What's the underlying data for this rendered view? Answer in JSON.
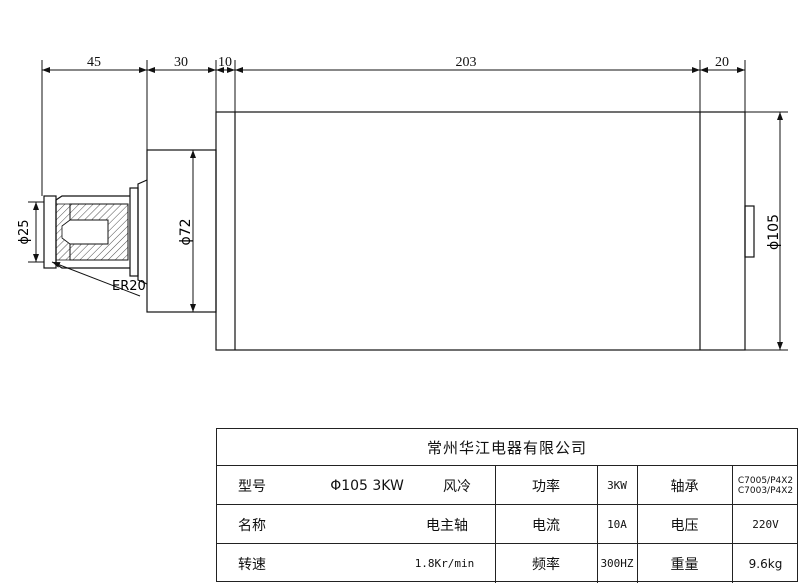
{
  "dimensions": {
    "length_45": "45",
    "length_30": "30",
    "length_10": "10",
    "length_203": "203",
    "length_20": "20",
    "dia_25": "ϕ25",
    "dia_72": "ϕ72",
    "dia_105": "ϕ105",
    "collet": "ER20"
  },
  "table": {
    "company": "常州华江电器有限公司",
    "row1": {
      "model_label": "型号",
      "model_value": "Φ105 3KW",
      "cooling": "风冷",
      "power_label": "功率",
      "power_value": "3KW",
      "bearing_label": "轴承",
      "bearing_value_1": "C7005/P4X2",
      "bearing_value_2": "C7003/P4X2"
    },
    "row2": {
      "name_label": "名称",
      "name_value": "电主轴",
      "current_label": "电流",
      "current_value": "10A",
      "voltage_label": "电压",
      "voltage_value": "220V"
    },
    "row3": {
      "speed_label": "转速",
      "speed_value": "1.8Kr/min",
      "freq_label": "频率",
      "freq_value": "300HZ",
      "weight_label": "重量",
      "weight_value": "9.6kg"
    }
  }
}
